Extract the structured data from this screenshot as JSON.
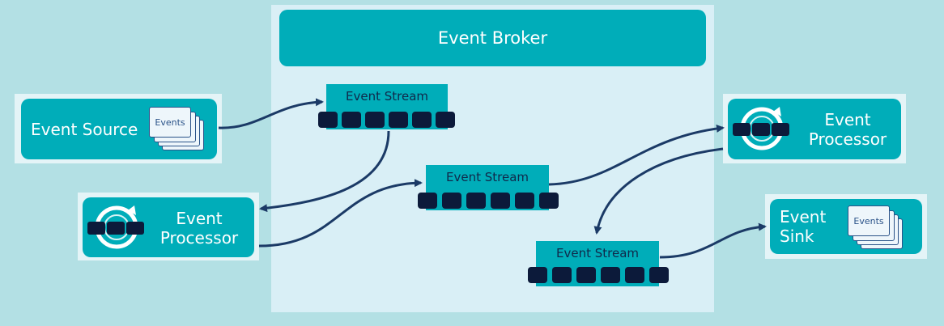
{
  "broker": {
    "title": "Event Broker"
  },
  "source": {
    "label": "Event Source",
    "doc_label": "Events"
  },
  "processor_left": {
    "line1": "Event",
    "line2": "Processor"
  },
  "processor_right": {
    "line1": "Event",
    "line2": "Processor"
  },
  "sink": {
    "line1": "Event",
    "line2": "Sink",
    "doc_label": "Events"
  },
  "streams": [
    {
      "label": "Event Stream"
    },
    {
      "label": "Event Stream"
    },
    {
      "label": "Event Stream"
    }
  ],
  "colors": {
    "teal": "#00adb9",
    "background": "#b3e0e4",
    "broker_area": "#d9eff6",
    "navy": "#0c1a3a",
    "arrow": "#1b3a66"
  },
  "icons": [
    "documents-icon",
    "processor-cycle-icon"
  ]
}
